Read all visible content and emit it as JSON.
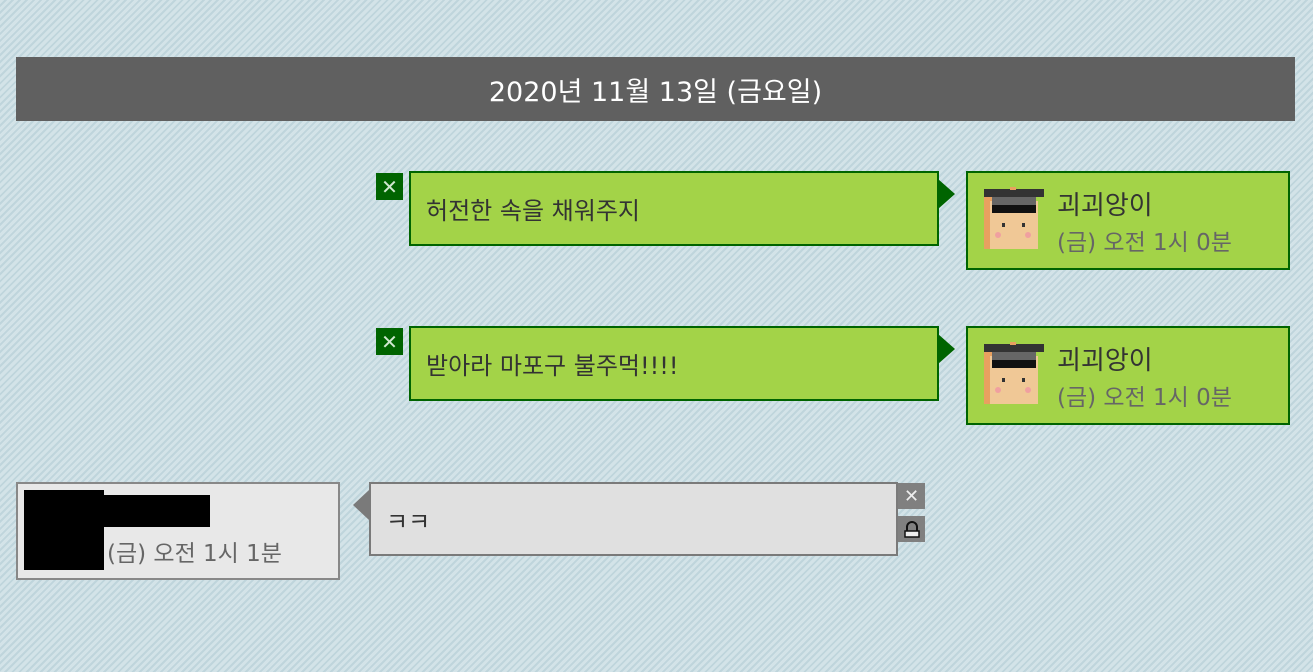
{
  "date_header": "2020년 11월 13일 (금요일)",
  "messages": [
    {
      "text": "허전한 속을 채워주지",
      "author": "괴괴앙이",
      "time": "(금) 오전 1시 0분",
      "delete_icon": "close-icon"
    },
    {
      "text": "받아라 마포구 불주먹!!!!",
      "author": "괴괴앙이",
      "time": "(금) 오전 1시 0분",
      "delete_icon": "close-icon"
    },
    {
      "text": "ㅋㅋ",
      "time": "(금) 오전 1시 1분",
      "delete_icon": "close-icon",
      "lock_icon": "lock-icon"
    }
  ],
  "colors": {
    "mine_fill": "#a3d348",
    "mine_border": "#006400",
    "other_fill": "#e0e0e0",
    "header": "#606060"
  }
}
